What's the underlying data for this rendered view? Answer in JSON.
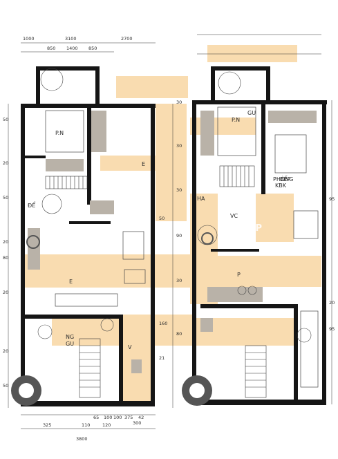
{
  "plans": [
    {
      "rooms": [
        "P.N",
        "ĐỂ",
        "NG",
        "GU",
        "E",
        "E",
        "V"
      ],
      "dims_top": [
        "1000",
        "3100",
        "2700",
        "850",
        "1400",
        "850"
      ],
      "dims_bottom": [
        "325",
        "3800",
        "100",
        "100",
        "300",
        "375",
        "42",
        "120",
        "110",
        "65"
      ],
      "dims_left": [
        "50",
        "20",
        "50",
        "20",
        "80",
        "20",
        "20",
        "50"
      ],
      "dims_right": [
        "30",
        "30",
        "30",
        "50",
        "90",
        "30",
        "80",
        "160",
        "21"
      ]
    },
    {
      "rooms": [
        "P.N",
        "GU",
        "PHÒNG",
        "BẾP",
        "KBK",
        "VC",
        "P",
        "HA"
      ],
      "dims_right": [
        "95",
        "95",
        "20"
      ]
    }
  ],
  "watermark": "NHADEP",
  "colors": {
    "wall": "#151515",
    "accent": "#f9dcb0",
    "furniture": "#b9b2a8",
    "room_fill": "#ffffff"
  }
}
